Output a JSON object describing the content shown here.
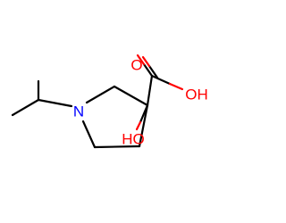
{
  "molecule": {
    "atoms": {
      "nitrogen": {
        "label": "N",
        "color": "#0000ff"
      },
      "carbonyl_oxygen": {
        "label": "O",
        "color": "#ff0000"
      },
      "acid_hydroxyl": {
        "label": "OH",
        "color": "#ff0000"
      },
      "ring_hydroxyl": {
        "label": "HO",
        "color": "#ff0000"
      }
    },
    "bond_color": "#000000"
  }
}
